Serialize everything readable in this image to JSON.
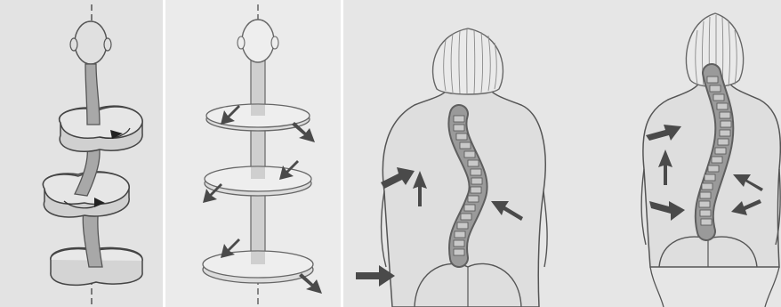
{
  "figure": {
    "panels": [
      {
        "id": "twisted-column",
        "icon": "rotated-discs-around-curved-axis"
      },
      {
        "id": "straight-column",
        "icon": "discs-on-straight-axis-with-arrows"
      },
      {
        "id": "back-views",
        "icon": "two-scoliosis-back-views"
      }
    ],
    "colors": {
      "spine_fill": "#9a9a9a",
      "spine_border": "#5f5f5f",
      "vertebra": "#c9c9c9",
      "arrow": "#4a4a4a",
      "outline": "#555555",
      "axis_line": "#333333"
    }
  }
}
